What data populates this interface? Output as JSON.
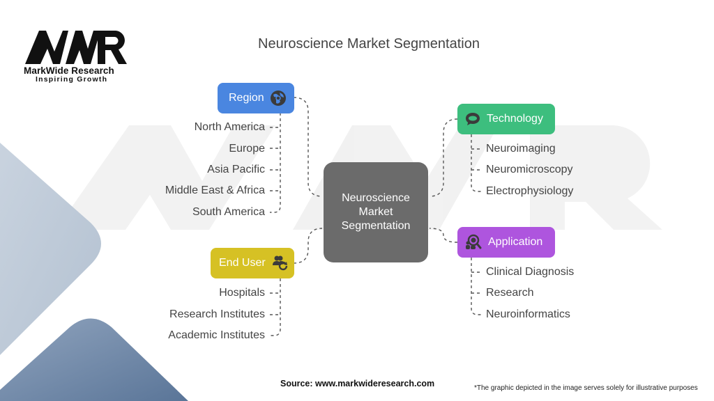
{
  "brand": {
    "logo_mark": "MWR",
    "name": "MarkWide Research",
    "tagline": "Inspiring Growth"
  },
  "title": "Neuroscience Market Segmentation",
  "hub": {
    "label": "Neuroscience Market Segmentation"
  },
  "categories": [
    {
      "id": "region",
      "label": "Region",
      "icon": "globe-icon",
      "color": "#4A86E0",
      "items": [
        "North America",
        "Europe",
        "Asia Pacific",
        "Middle East & Africa",
        "South America"
      ]
    },
    {
      "id": "technology",
      "label": "Technology",
      "icon": "speech-bubble-icon",
      "color": "#3DBE7E",
      "items": [
        "Neuroimaging",
        "Neuromicroscopy",
        "Electrophysiology"
      ]
    },
    {
      "id": "end-user",
      "label": "End User",
      "icon": "users-refresh-icon",
      "color": "#D6C124",
      "items": [
        "Hospitals",
        "Research Institutes",
        "Academic Institutes"
      ]
    },
    {
      "id": "application",
      "label": "Application",
      "icon": "search-magnifier-icon",
      "color": "#AE55DE",
      "items": [
        "Clinical Diagnosis",
        "Research",
        "Neuroinformatics"
      ]
    }
  ],
  "footer": {
    "source": "Source: www.markwideresearch.com",
    "note": "*The graphic depicted in the image serves solely for illustrative purposes"
  }
}
